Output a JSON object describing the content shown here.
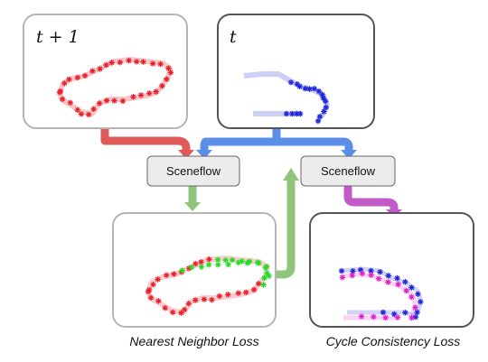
{
  "panels": {
    "frame_next": {
      "label": "t + 1"
    },
    "frame_current": {
      "label": "t"
    }
  },
  "modules": {
    "sceneflow_left": {
      "label": "Sceneflow"
    },
    "sceneflow_right": {
      "label": "Sceneflow"
    }
  },
  "captions": {
    "nearest_neighbor": "Nearest Neighbor Loss",
    "cycle_consistency": "Cycle Consistency Loss"
  },
  "colors": {
    "red_points": "#e8202a",
    "blue_points": "#1f24d9",
    "green_points": "#22dd22",
    "magenta_points": "#e020c8",
    "arrow_red": "#e05a5a",
    "arrow_blue": "#5b8ee8",
    "arrow_green": "#8fc57a",
    "arrow_magenta": "#c35ac9",
    "panel_border_light": "#b5b5b5",
    "panel_border_dark": "#555555",
    "module_fill": "#ececec"
  },
  "icons": [
    "asterisk-marker"
  ]
}
